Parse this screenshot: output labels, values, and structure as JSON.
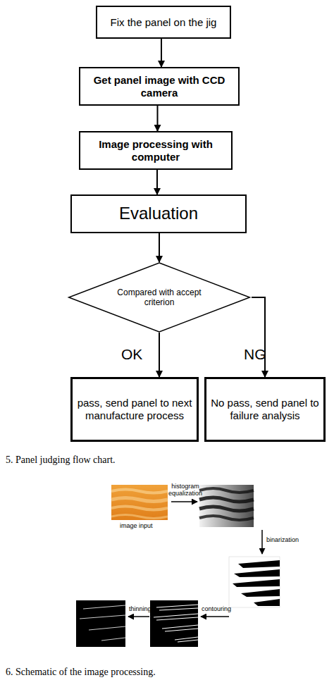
{
  "diagram": {
    "nodes": [
      {
        "text": [
          "Fix the panel on the jig"
        ]
      },
      {
        "text": [
          "Get panel image with CCD camera"
        ]
      },
      {
        "text": [
          "Image processing with computer"
        ]
      },
      {
        "text": [
          "Evaluation"
        ]
      },
      {
        "text": [
          "Compared with accept criterion"
        ]
      },
      {
        "text": [
          "pass, send panel to next manufacture process"
        ]
      },
      {
        "text": [
          "No pass, send panel to failure analysis"
        ]
      }
    ],
    "edges": [
      {
        "from": 0,
        "to": 1,
        "arrow": "to"
      },
      {
        "from": 1,
        "to": 2,
        "arrow": "to"
      },
      {
        "from": 2,
        "to": 3,
        "arrow": "to"
      },
      {
        "from": 3,
        "to": 4,
        "arrow": "to"
      },
      {
        "from": 4,
        "to": 5,
        "label": "OK",
        "arrow": "to"
      },
      {
        "from": 4,
        "to": 6,
        "label": "NG",
        "arrow": "to"
      }
    ],
    "labels": [
      "5. Panel judging flow chart.",
      "image input",
      "histogram equalization",
      "binarization",
      "contouring",
      "thinning",
      "6. Schematic of the image processing."
    ]
  }
}
